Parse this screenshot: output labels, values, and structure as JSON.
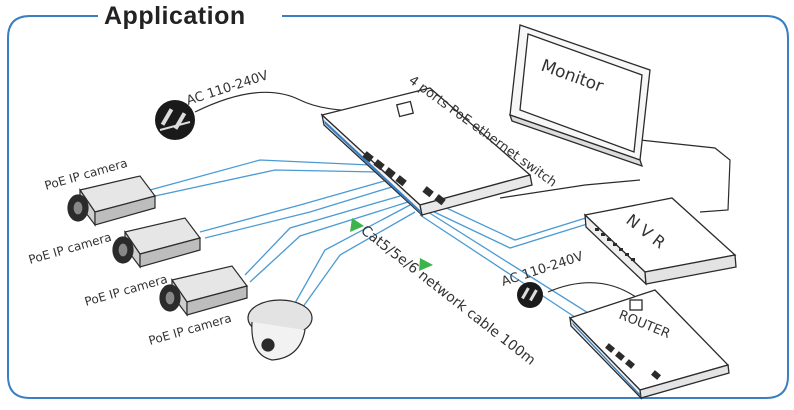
{
  "heading": "Application",
  "labels": {
    "ac_power_switch": "AC 110-240V",
    "ac_power_router": "AC 110-240V",
    "switch": "4 ports PoE ethernet switch",
    "monitor": "Monitor",
    "nvr": "N V R",
    "router": "ROUTER",
    "cable": "Cat5/5e/6 network cable 100m",
    "camera_1": "PoE IP camera",
    "camera_2": "PoE IP camera",
    "camera_3": "PoE IP camera",
    "camera_4": "PoE IP camera"
  },
  "colors": {
    "border": "#3a7fc1",
    "cable": "#4a9bd4",
    "arrow": "#3cb44b",
    "device": "#ffffff",
    "outline": "#2b2b2b"
  }
}
